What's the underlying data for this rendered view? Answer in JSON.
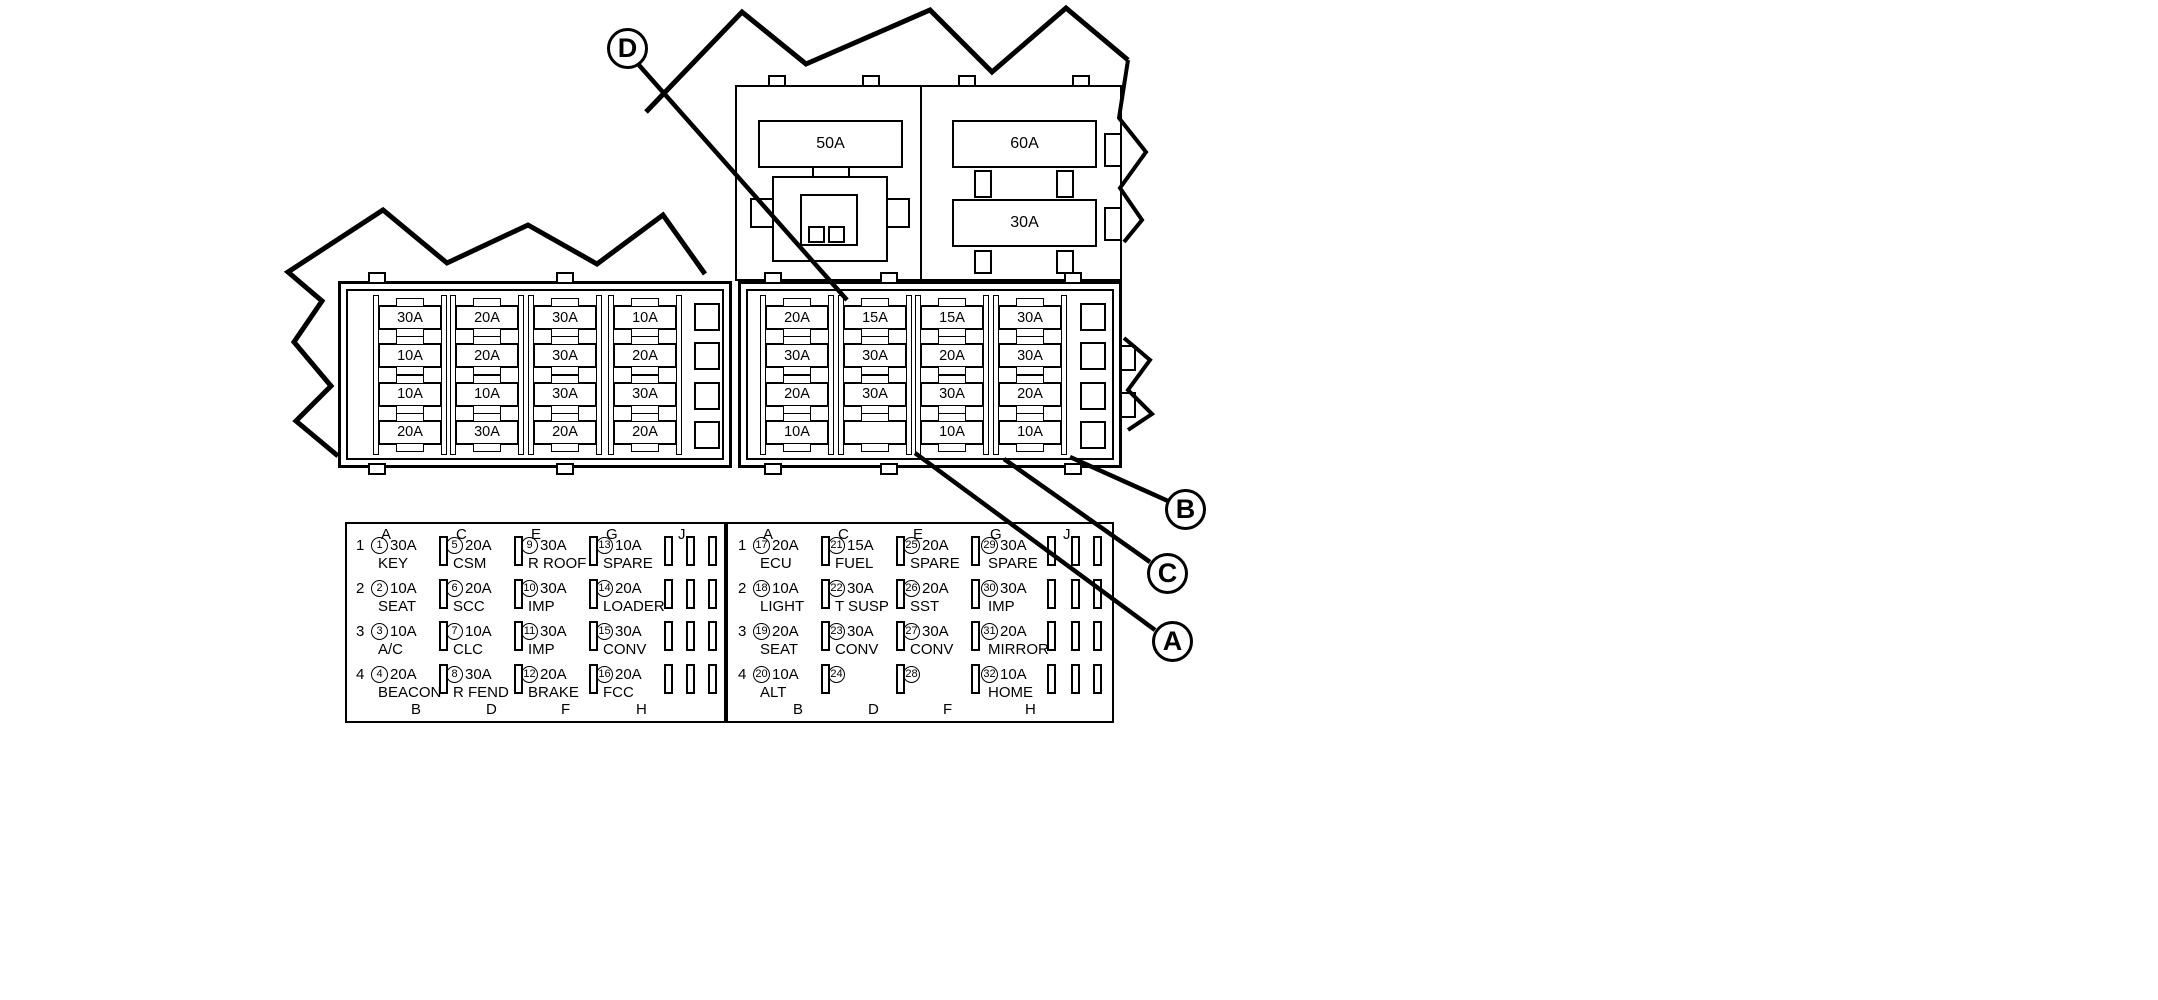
{
  "callouts": {
    "a": "A",
    "b": "B",
    "c": "C",
    "d": "D"
  },
  "relay_block": {
    "fuse_top_left": "50A",
    "fuse_top_right": "60A",
    "fuse_bottom_right": "30A"
  },
  "fuse_panel": {
    "left_half_columns": [
      [
        "30A",
        "10A",
        "10A",
        "20A"
      ],
      [
        "20A",
        "20A",
        "10A",
        "30A"
      ],
      [
        "30A",
        "30A",
        "30A",
        "20A"
      ],
      [
        "10A",
        "20A",
        "30A",
        "20A"
      ]
    ],
    "right_half_columns": [
      [
        "20A",
        "30A",
        "20A",
        "10A"
      ],
      [
        "15A",
        "30A",
        "30A",
        ""
      ],
      [
        "15A",
        "20A",
        "30A",
        "10A"
      ],
      [
        "30A",
        "30A",
        "20A",
        "10A"
      ]
    ]
  },
  "legend": {
    "row_numbers": [
      "1",
      "2",
      "3",
      "4"
    ],
    "top_letters": [
      "A",
      "C",
      "E",
      "G",
      "J"
    ],
    "bottom_letters": [
      "B",
      "D",
      "F",
      "H"
    ]
  },
  "legend_left": {
    "rows": [
      [
        {
          "num": "1",
          "amp": "30A",
          "label": "KEY"
        },
        {
          "num": "5",
          "amp": "20A",
          "label": "CSM"
        },
        {
          "num": "9",
          "amp": "30A",
          "label": "R ROOF"
        },
        {
          "num": "13",
          "amp": "10A",
          "label": "SPARE"
        }
      ],
      [
        {
          "num": "2",
          "amp": "10A",
          "label": "SEAT"
        },
        {
          "num": "6",
          "amp": "20A",
          "label": "SCC"
        },
        {
          "num": "10",
          "amp": "30A",
          "label": "IMP"
        },
        {
          "num": "14",
          "amp": "20A",
          "label": "LOADER"
        }
      ],
      [
        {
          "num": "3",
          "amp": "10A",
          "label": "A/C"
        },
        {
          "num": "7",
          "amp": "10A",
          "label": "CLC"
        },
        {
          "num": "11",
          "amp": "30A",
          "label": "IMP"
        },
        {
          "num": "15",
          "amp": "30A",
          "label": "CONV"
        }
      ],
      [
        {
          "num": "4",
          "amp": "20A",
          "label": "BEACON"
        },
        {
          "num": "8",
          "amp": "30A",
          "label": "R FEND"
        },
        {
          "num": "12",
          "amp": "20A",
          "label": "BRAKE"
        },
        {
          "num": "16",
          "amp": "20A",
          "label": "FCC"
        }
      ]
    ]
  },
  "legend_right": {
    "rows": [
      [
        {
          "num": "17",
          "amp": "20A",
          "label": "ECU"
        },
        {
          "num": "21",
          "amp": "15A",
          "label": "FUEL"
        },
        {
          "num": "25",
          "amp": "20A",
          "label": "SPARE"
        },
        {
          "num": "29",
          "amp": "30A",
          "label": "SPARE"
        }
      ],
      [
        {
          "num": "18",
          "amp": "10A",
          "label": "LIGHT"
        },
        {
          "num": "22",
          "amp": "30A",
          "label": "T SUSP"
        },
        {
          "num": "26",
          "amp": "20A",
          "label": "SST"
        },
        {
          "num": "30",
          "amp": "30A",
          "label": "IMP"
        }
      ],
      [
        {
          "num": "19",
          "amp": "20A",
          "label": "SEAT"
        },
        {
          "num": "23",
          "amp": "30A",
          "label": "CONV"
        },
        {
          "num": "27",
          "amp": "30A",
          "label": "CONV"
        },
        {
          "num": "31",
          "amp": "20A",
          "label": "MIRROR"
        }
      ],
      [
        {
          "num": "20",
          "amp": "10A",
          "label": "ALT"
        },
        {
          "num": "24",
          "amp": "",
          "label": ""
        },
        {
          "num": "28",
          "amp": "",
          "label": ""
        },
        {
          "num": "32",
          "amp": "10A",
          "label": "HOME"
        }
      ]
    ]
  }
}
